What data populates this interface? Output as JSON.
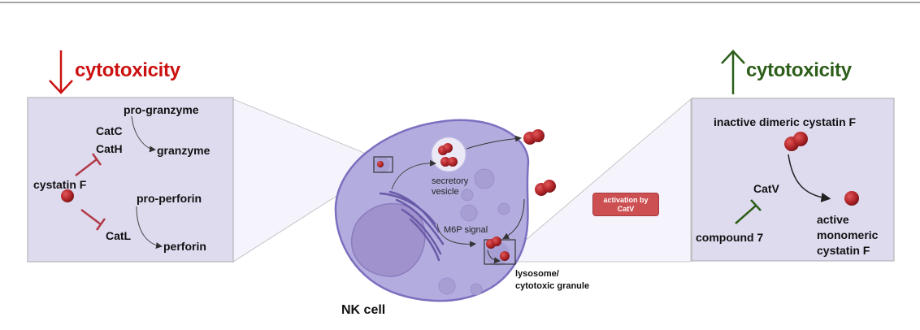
{
  "left_panel": {
    "heading": "cytotoxicity",
    "heading_direction": "down",
    "heading_color": "#cc1111",
    "labels": {
      "pro_granzyme": "pro-granzyme",
      "catc": "CatC",
      "cath": "CatH",
      "granzyme": "granzyme",
      "cystatin_f": "cystatin F",
      "pro_perforin": "pro-perforin",
      "catl": "CatL",
      "perforin": "perforin"
    }
  },
  "center": {
    "cell_label": "NK cell",
    "secretory_vesicle": [
      "secretory",
      "vesicle"
    ],
    "m6p_signal": "M6P signal",
    "lysosome": [
      "lysosome/",
      "cytotoxic granule"
    ],
    "activation_badge": [
      "activation by",
      "CatV"
    ],
    "badge_color": "#cc4f52"
  },
  "right_panel": {
    "heading": "cytotoxicity",
    "heading_direction": "up",
    "heading_color": "#2d5e1a",
    "labels": {
      "inactive": "inactive dimeric cystatin F",
      "catv": "CatV",
      "compound": "compound 7",
      "active": [
        "active",
        "monomeric",
        "cystatin F"
      ]
    }
  },
  "colors": {
    "panel_fill": "#dedbef",
    "cell_fill": "#b3addf",
    "nucleus_fill": "#a092cc",
    "protein": "#b3262a",
    "inhibitor_red": "#b23a48",
    "inhibitor_green": "#2d5e1a"
  }
}
